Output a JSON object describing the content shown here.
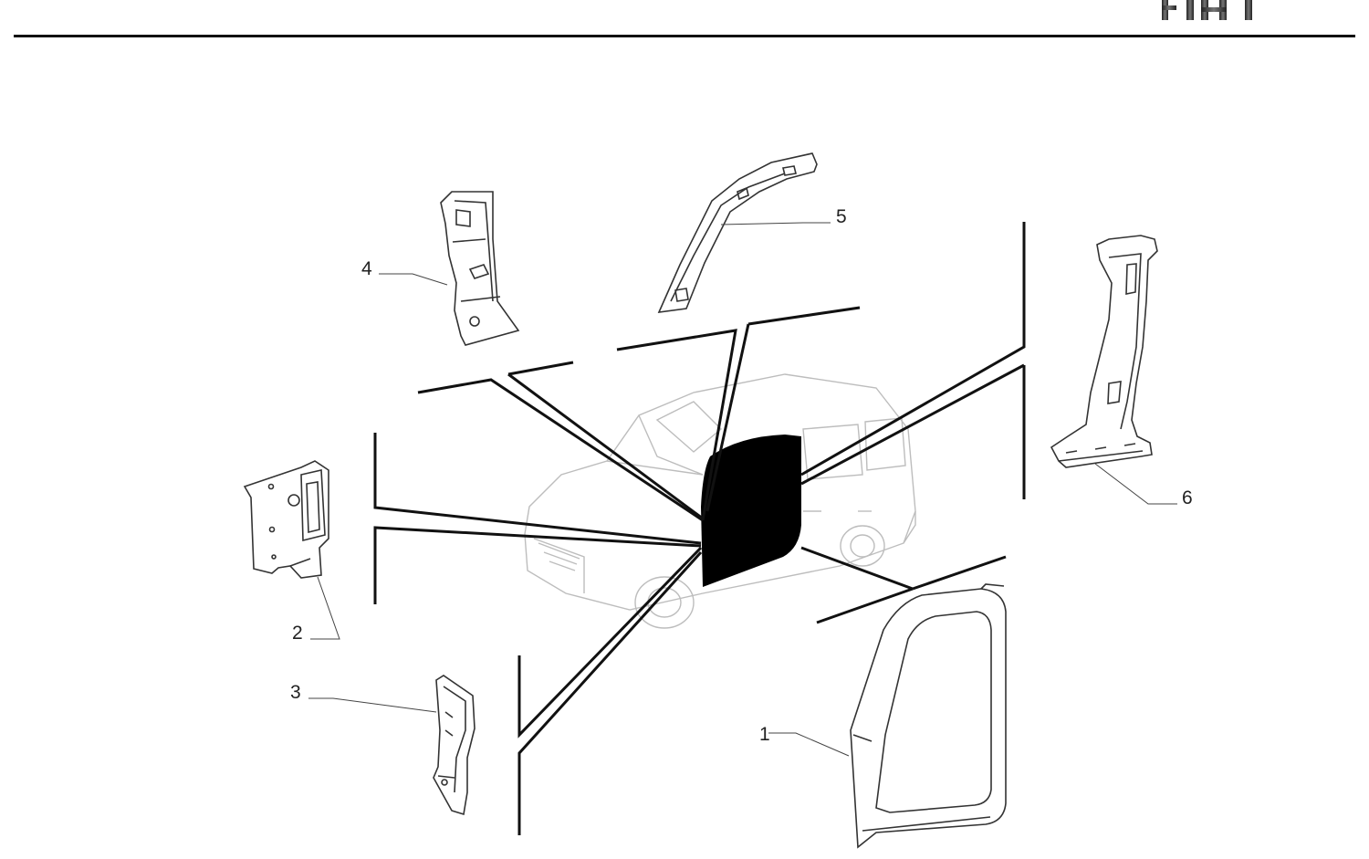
{
  "brand": {
    "logo_text": "FIAT"
  },
  "colors": {
    "line": "#111111",
    "part_outline": "#333333",
    "vehicle_outline": "#bdbdbd",
    "highlight": "#000000"
  },
  "callouts": {
    "part_1": "1",
    "part_2": "2",
    "part_3": "3",
    "part_4": "4",
    "part_5": "5",
    "part_6": "6"
  }
}
